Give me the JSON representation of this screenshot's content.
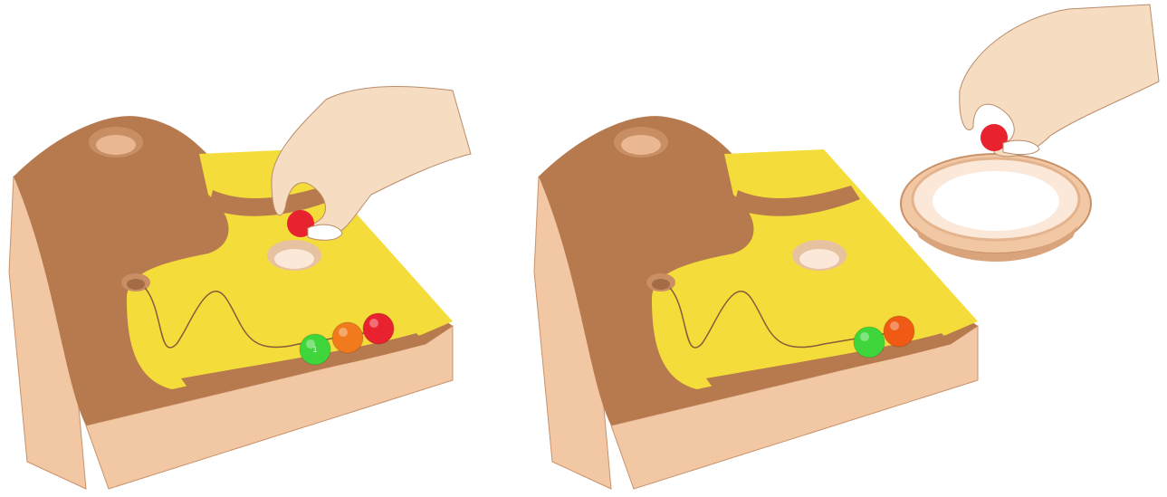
{
  "panels": [
    {
      "id": "left",
      "balls": [
        {
          "color": "#3fd63c",
          "label": "1"
        },
        {
          "color": "#f07a1c",
          "label": ""
        },
        {
          "color": "#e8232f",
          "label": ""
        }
      ],
      "hand_ball_color": "#e8232f"
    },
    {
      "id": "right",
      "balls": [
        {
          "color": "#3fd63c",
          "label": ""
        },
        {
          "color": "#f05a14",
          "label": ""
        }
      ],
      "hand_ball_color": "#e8232f"
    }
  ],
  "colors": {
    "sand": "#f4dd3a",
    "wood": "#b77a4f",
    "wood_side": "#f2c7a4",
    "skin": "#f6dcc1",
    "outline": "#8a5a3a"
  }
}
